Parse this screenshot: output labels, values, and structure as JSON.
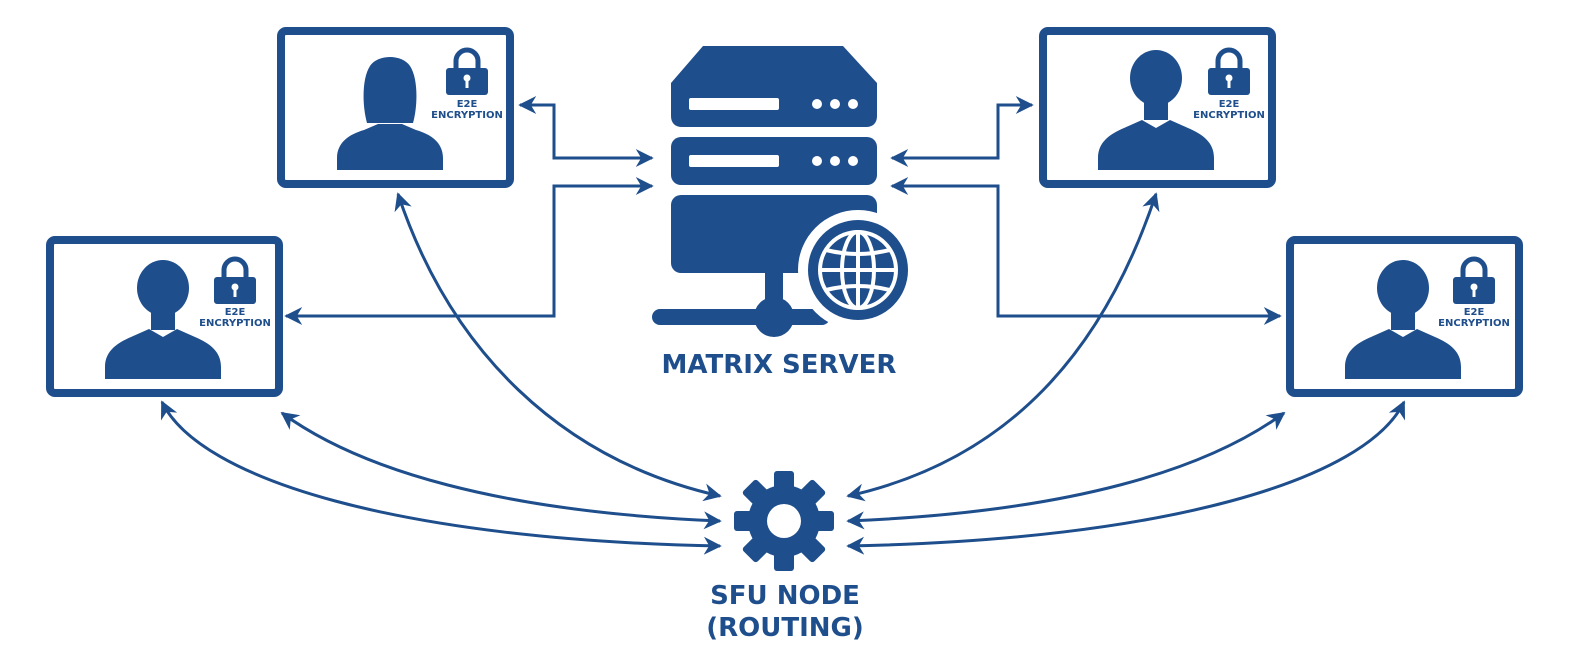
{
  "colors": {
    "primary": "#1e4e8c",
    "background": "#ffffff"
  },
  "server": {
    "label": "MATRIX SERVER",
    "icons": [
      "server-rack-icon",
      "globe-icon"
    ]
  },
  "sfu": {
    "label_line1": "SFU NODE",
    "label_line2": "(ROUTING)",
    "icon": "gear-icon"
  },
  "clients": [
    {
      "id": "top-left",
      "avatar": "female-user-icon",
      "enc_line1": "E2E",
      "enc_line2": "ENCRYPTION"
    },
    {
      "id": "top-right",
      "avatar": "male-user-icon",
      "enc_line1": "E2E",
      "enc_line2": "ENCRYPTION"
    },
    {
      "id": "mid-left",
      "avatar": "male-user-icon",
      "enc_line1": "E2E",
      "enc_line2": "ENCRYPTION"
    },
    {
      "id": "mid-right",
      "avatar": "male-user-icon",
      "enc_line1": "E2E",
      "enc_line2": "ENCRYPTION"
    }
  ]
}
